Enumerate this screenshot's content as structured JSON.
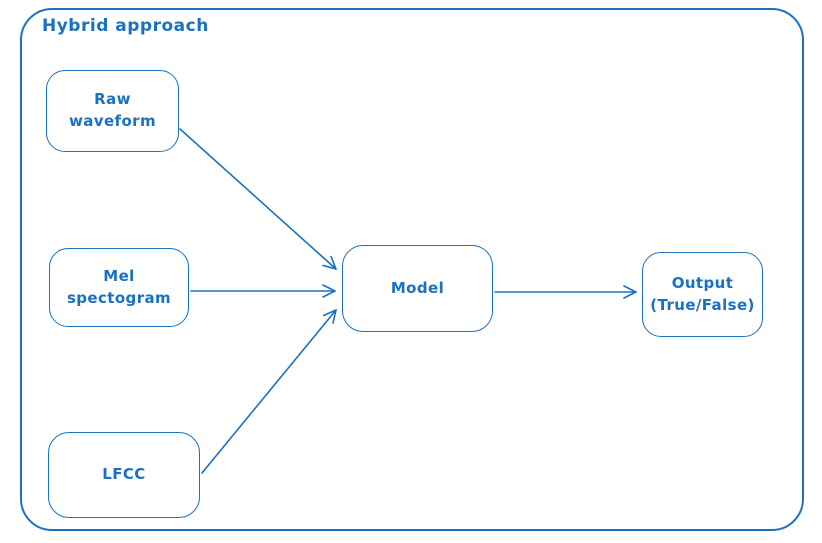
{
  "colors": {
    "accent": "#1971c2",
    "background": "#ffffff"
  },
  "diagram": {
    "title": "Hybrid approach",
    "nodes": [
      {
        "id": "raw-waveform",
        "label": "Raw waveform"
      },
      {
        "id": "mel-spectogram",
        "label": "Mel spectogram"
      },
      {
        "id": "lfcc",
        "label": "LFCC"
      },
      {
        "id": "model",
        "label": "Model"
      },
      {
        "id": "output",
        "label": "Output\n(True/False)"
      }
    ],
    "edges": [
      {
        "from": "Raw waveform",
        "to": "Model"
      },
      {
        "from": "Mel spectogram",
        "to": "Model"
      },
      {
        "from": "LFCC",
        "to": "Model"
      },
      {
        "from": "Model",
        "to": "Output (True/False)"
      }
    ]
  }
}
